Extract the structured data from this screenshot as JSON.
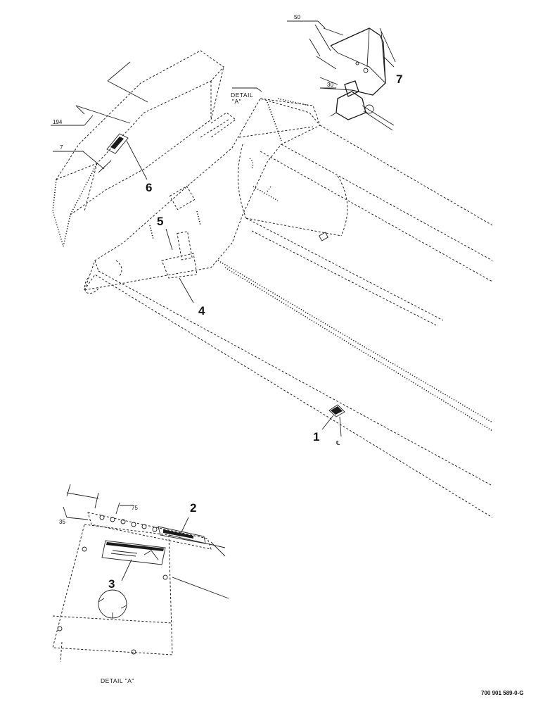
{
  "callouts": {
    "c1": "1",
    "c2": "2",
    "c3": "3",
    "c4": "4",
    "c5": "5",
    "c6": "6",
    "c7": "7"
  },
  "dimensions": {
    "d50": "50",
    "d30": "30",
    "d194": "194",
    "d7": "7",
    "d75": "75",
    "d35": "35"
  },
  "labels": {
    "detail_ref_line1": "DETAIL",
    "detail_ref_line2": "\"A\"",
    "centerline": "℄",
    "detail_caption": "DETAIL \"A\""
  },
  "document_number": "700 901 589-0-G"
}
